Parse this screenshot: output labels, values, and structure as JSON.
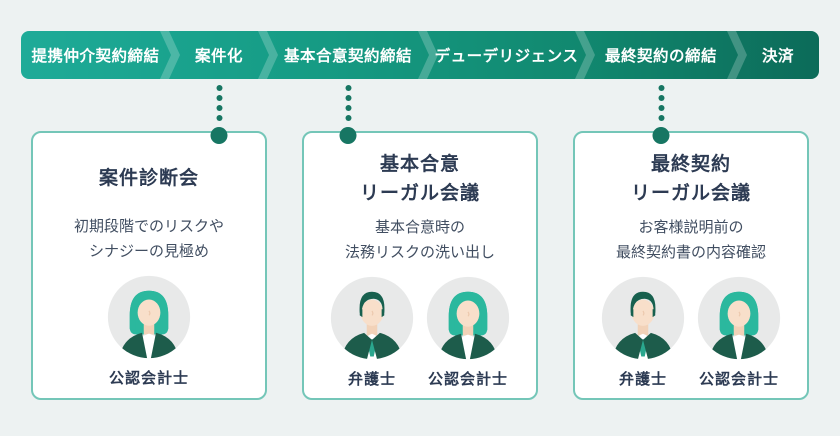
{
  "process_bar": {
    "steps": [
      {
        "label": "提携仲介契約締結",
        "width": 149,
        "connector": false
      },
      {
        "label": "案件化",
        "width": 98,
        "connector": true
      },
      {
        "label": "基本合意契約締結",
        "width": 160,
        "connector": true
      },
      {
        "label": "デューデリジェンス",
        "width": 157,
        "connector": false
      },
      {
        "label": "最終契約の締結",
        "width": 152,
        "connector": true
      },
      {
        "label": "決済",
        "width": 82,
        "connector": false
      }
    ]
  },
  "cards": [
    {
      "title_lines": [
        "案件診断会"
      ],
      "body_lines": [
        "初期段階でのリスクや",
        "シナジーの見極め"
      ],
      "members": [
        {
          "role": "公認会計士",
          "avatar": "female-accountant"
        }
      ]
    },
    {
      "title_lines": [
        "基本合意",
        "リーガル会議"
      ],
      "body_lines": [
        "基本合意時の",
        "法務リスクの洗い出し"
      ],
      "members": [
        {
          "role": "弁護士",
          "avatar": "male-lawyer"
        },
        {
          "role": "公認会計士",
          "avatar": "female-accountant"
        }
      ]
    },
    {
      "title_lines": [
        "最終契約",
        "リーガル会議"
      ],
      "body_lines": [
        "お客様説明前の",
        "最終契約書の内容確認"
      ],
      "members": [
        {
          "role": "弁護士",
          "avatar": "male-lawyer"
        },
        {
          "role": "公認会計士",
          "avatar": "female-accountant"
        }
      ]
    }
  ],
  "colors": {
    "background": "#edf2f2",
    "bar_gradient_start": "#1EAB98",
    "bar_gradient_end": "#0C6B59",
    "bar_text": "#ffffff",
    "dot": "#177663",
    "card_border": "#74c6b8",
    "card_background": "#ffffff",
    "title_text": "#2d3b53",
    "body_text": "#414e61",
    "avatar_background": "#e8e9e9",
    "female_hair": "#2bb89e",
    "male_hair": "#17604e",
    "suit": "#1d5c4b",
    "shirt": "#ffffff",
    "tie": "#2aa78e",
    "skin": "#f8dfca"
  }
}
